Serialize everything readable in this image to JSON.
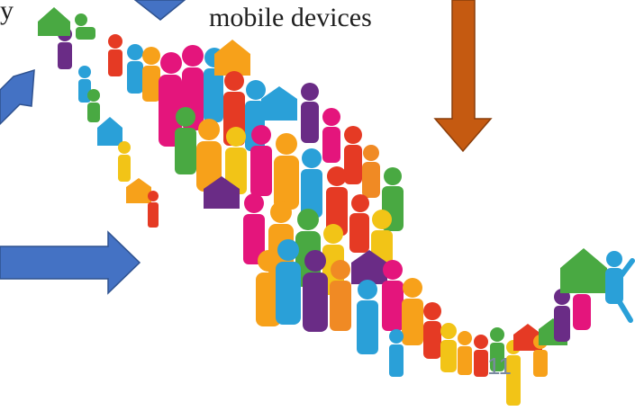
{
  "slide": {
    "caption": "mobile devices",
    "clipped_caption": "y",
    "page_number": "11"
  },
  "illustration": {
    "subject": "Map of Mexico composed of colorful stylized people and house icons",
    "colors": [
      "#2aa0d8",
      "#e4157c",
      "#f7a11a",
      "#e53a24",
      "#49a942",
      "#6a2c86",
      "#f2c417",
      "#f08a24"
    ]
  },
  "arrows": {
    "color_blue": "#4472c4",
    "color_orange": "#c55a11"
  }
}
